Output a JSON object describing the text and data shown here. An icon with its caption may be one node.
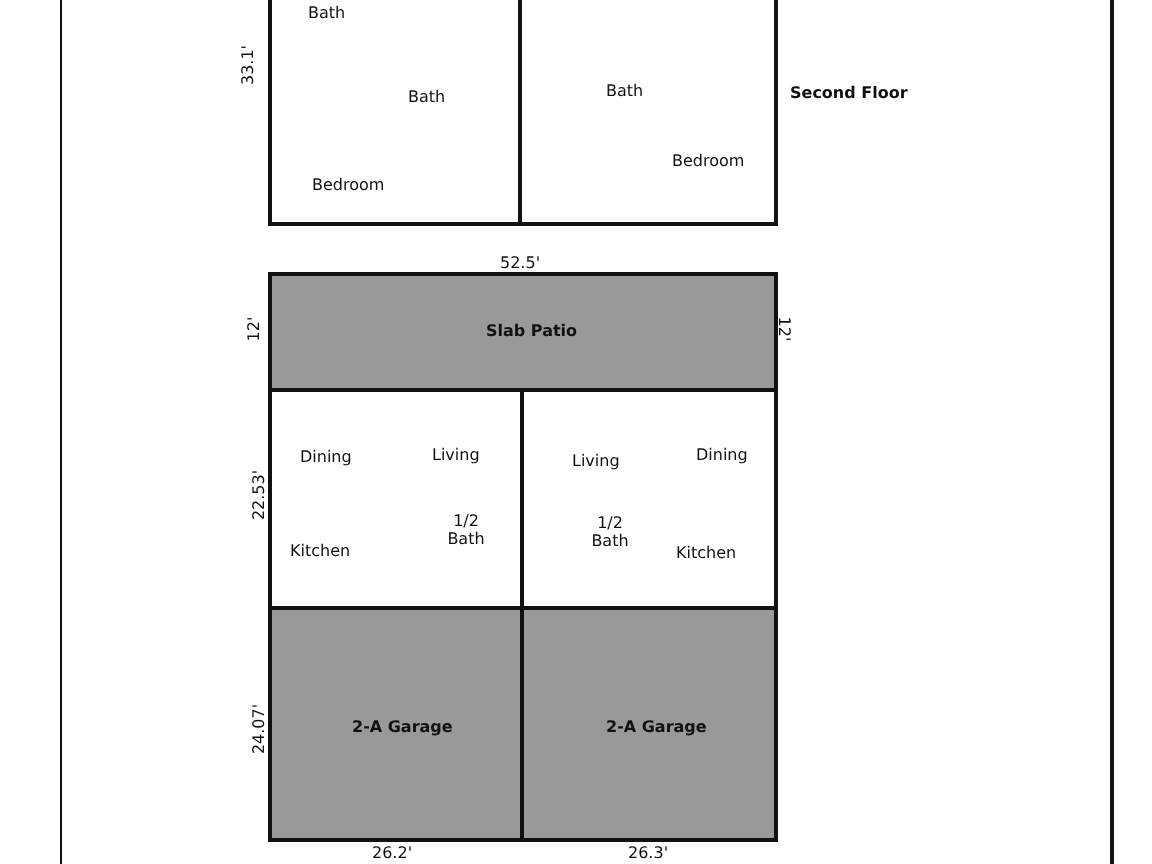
{
  "diagram": {
    "nodes": [
      {
        "text": [
          "Bath",
          "Bath",
          "Bedroom"
        ]
      },
      {
        "text": [
          "Bath",
          "Bedroom"
        ]
      },
      {
        "text": [
          "Slab Patio"
        ]
      },
      {
        "text": [
          "Dining",
          "Living",
          "Kitchen",
          "1/2 Bath"
        ]
      },
      {
        "text": [
          "Living",
          "Dining",
          "1/2 Bath",
          "Kitchen"
        ]
      },
      {
        "text": [
          "2-A Garage"
        ]
      },
      {
        "text": [
          "2-A Garage"
        ]
      }
    ],
    "edges": [],
    "labels": [
      "33.1'",
      "Second Floor",
      "52.5'",
      "12'",
      "12'",
      "22.53'",
      "24.07'",
      "26.2'",
      "26.3'"
    ]
  }
}
